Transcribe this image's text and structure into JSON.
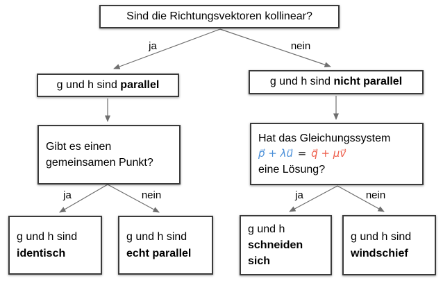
{
  "flowchart": {
    "root": {
      "text": "Sind die Richtungsvektoren kollinear?"
    },
    "labels": {
      "l1_yes": "ja",
      "l1_no": "nein",
      "l2_yes": "ja",
      "l2_no": "nein",
      "l3_yes": "ja",
      "l3_no": "nein"
    },
    "parallel": {
      "prefix": "g und h sind ",
      "bold": "parallel"
    },
    "not_parallel": {
      "prefix": "g und h sind ",
      "bold": "nicht parallel"
    },
    "common_point": {
      "line1": "Gibt es einen",
      "line2": "gemeinsamen Punkt?"
    },
    "equation_system": {
      "line1": "Hat das Gleichungssystem",
      "eq_left": "p⃗ + λu⃗",
      "eq_sign": "=",
      "eq_right": "q⃗ + μv⃗",
      "line3": "eine Lösung?"
    },
    "identisch": {
      "prefix": "g und h sind",
      "bold": "identisch"
    },
    "echt_parallel": {
      "prefix": "g und h sind",
      "bold": "echt parallel"
    },
    "schneiden": {
      "prefix": "g und h",
      "bold_line1": "schneiden",
      "bold_line2": "sich"
    },
    "windschief": {
      "prefix": "g und h sind",
      "bold": "windschief"
    }
  },
  "colors": {
    "eq_blue": "#4a8fd8",
    "eq_red": "#ee5f4c",
    "box_border": "#3a3a3a",
    "arrow_gray": "#6e6e6e"
  }
}
